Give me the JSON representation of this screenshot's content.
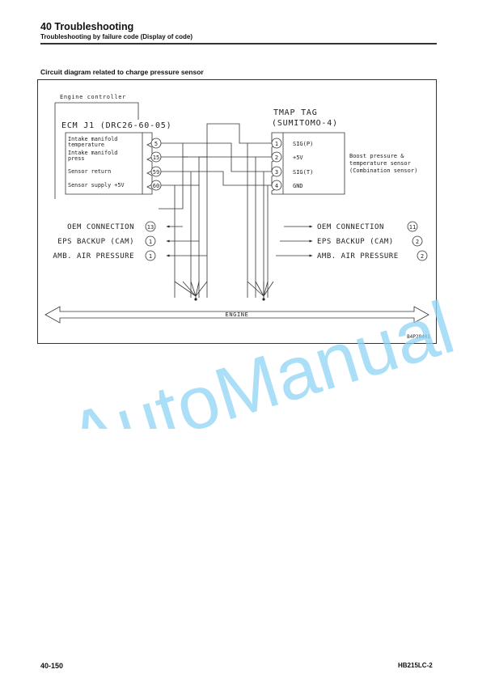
{
  "header": {
    "title": "40 Troubleshooting",
    "subtitle": "Troubleshooting by failure code (Display of code)"
  },
  "section_title": "Circuit diagram related to charge pressure sensor",
  "diagram": {
    "engine_controller_label": "Engine controller",
    "ecm_label": "ECM J1 (DRC26-60-05)",
    "ecm_pins": [
      {
        "label_line1": "Intake manifold",
        "label_line2": "temperature",
        "pin": "5"
      },
      {
        "label_line1": "Intake manifold",
        "label_line2": "press",
        "pin": "15"
      },
      {
        "label_line1": "Sensor return",
        "label_line2": "",
        "pin": "59"
      },
      {
        "label_line1": "Sensor supply +5V",
        "label_line2": "",
        "pin": "60"
      }
    ],
    "tmap_label_line1": "TMAP TAG",
    "tmap_label_line2": "(SUMITOMO-4)",
    "tmap_pins": [
      {
        "pin": "1",
        "label": "SIG(P)"
      },
      {
        "pin": "2",
        "label": "+5V"
      },
      {
        "pin": "3",
        "label": "SIG(T)"
      },
      {
        "pin": "4",
        "label": "GND"
      }
    ],
    "sensor_desc_line1": "Boost pressure &",
    "sensor_desc_line2": "temperature sensor",
    "sensor_desc_line3": "(Combination sensor)",
    "left_connections": [
      {
        "label": "OEM CONNECTION",
        "pin": "13"
      },
      {
        "label": "EPS BACKUP (CAM)",
        "pin": "1"
      },
      {
        "label": "AMB. AIR PRESSURE",
        "pin": "1"
      }
    ],
    "right_connections": [
      {
        "label": "OEM CONNECTION",
        "pin": "11"
      },
      {
        "label": "EPS BACKUP (CAM)",
        "pin": "2"
      },
      {
        "label": "AMB. AIR PRESSURE",
        "pin": "2"
      }
    ],
    "engine_label": "ENGINE",
    "drawing_code": "B4P28401"
  },
  "watermark": "AutoManual",
  "footer": {
    "page_number": "40-150",
    "model": "HB215LC-2"
  }
}
